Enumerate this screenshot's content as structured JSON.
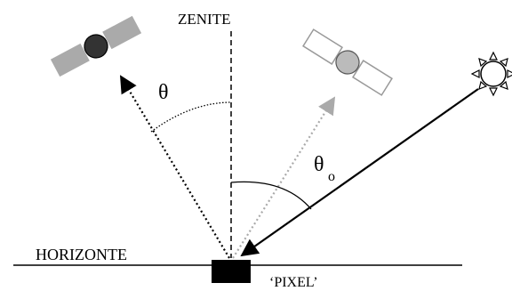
{
  "labels": {
    "zenith": "ZENITE",
    "horizon": "HORIZONTE",
    "pixel": "‘PIXEL’",
    "theta": "θ",
    "theta_o_main": "θ",
    "theta_o_sub": "o"
  },
  "icons": {
    "satellite_viewing": "satellite-icon",
    "satellite_other": "satellite-icon",
    "sun": "sun-icon"
  },
  "colors": {
    "line": "#000000",
    "satellite_panel_dark": "#aaaaaa",
    "satellite_body_dark": "#333333",
    "satellite_body_light": "#bbbbbb",
    "dotted_gray": "#aaaaaa"
  }
}
